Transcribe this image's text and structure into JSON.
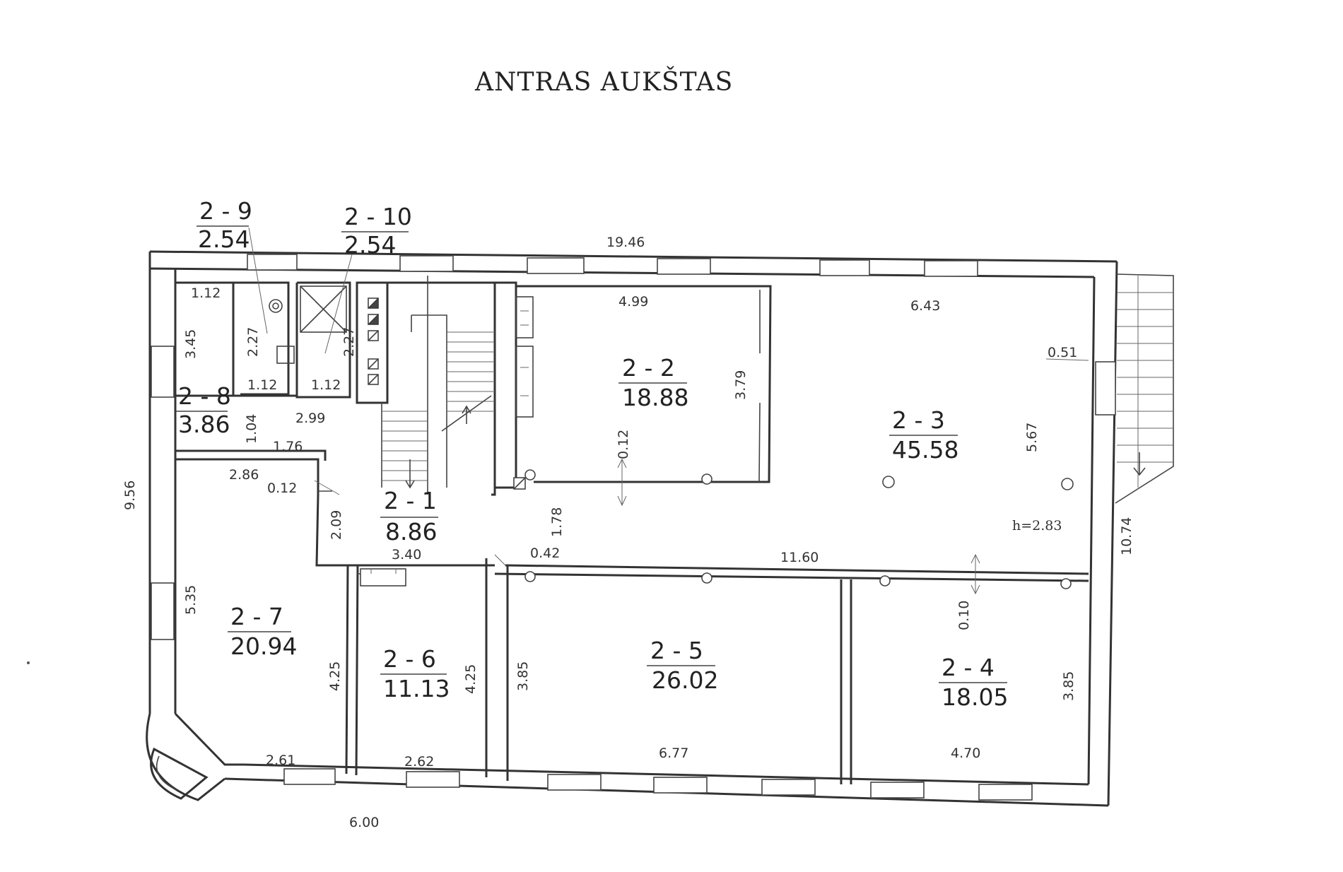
{
  "title": "ANTRAS AUKŠTAS",
  "rooms": [
    {
      "id": "2 - 1",
      "area": "8.86"
    },
    {
      "id": "2 - 2",
      "area": "18.88"
    },
    {
      "id": "2 - 3",
      "area": "45.58"
    },
    {
      "id": "2 - 4",
      "area": "18.05"
    },
    {
      "id": "2 - 5",
      "area": "26.02"
    },
    {
      "id": "2 - 6",
      "area": "11.13"
    },
    {
      "id": "2 - 7",
      "area": "20.94"
    },
    {
      "id": "2 - 8",
      "area": "3.86"
    },
    {
      "id": "2 - 9",
      "area": "2.54"
    },
    {
      "id": "2 - 10",
      "area": "2.54"
    }
  ],
  "dimensions": {
    "top_total": "19.46",
    "d_4_99": "4.99",
    "d_6_43": "6.43",
    "d_0_51": "0.51",
    "d_5_67": "5.67",
    "d_3_79": "3.79",
    "d_0_12_a": "0.12",
    "d_1_78": "1.78",
    "d_0_42": "0.42",
    "d_11_60": "11.60",
    "d_0_10": "0.10",
    "d_10_74": "10.74",
    "d_3_85_right": "3.85",
    "d_4_70": "4.70",
    "d_6_77": "6.77",
    "d_3_85_mid": "3.85",
    "d_4_25_a": "4.25",
    "d_2_62": "2.62",
    "d_4_25_b": "4.25",
    "d_2_61": "2.61",
    "d_6_00": "6.00",
    "d_5_35": "5.35",
    "d_9_56": "9.56",
    "d_2_86": "2.86",
    "d_0_12_b": "0.12",
    "d_2_09": "2.09",
    "d_3_40": "3.40",
    "d_1_76": "1.76",
    "d_1_04": "1.04",
    "d_2_99": "2.99",
    "d_1_12_a": "1.12",
    "d_3_45": "3.45",
    "d_2_27_a": "2.27",
    "d_1_12_b": "1.12",
    "d_2_27_b": "2.27",
    "d_1_12_c": "1.12"
  },
  "height_note": "h=2.83"
}
